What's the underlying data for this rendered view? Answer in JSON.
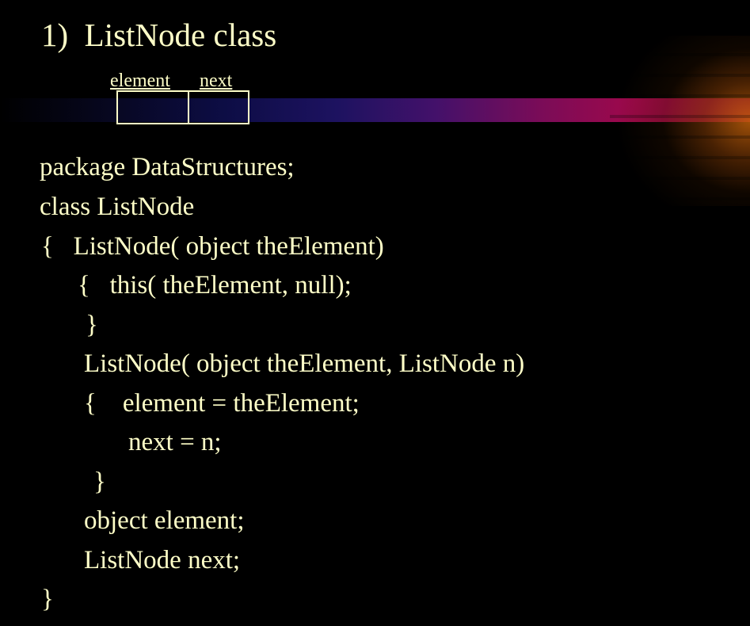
{
  "slide": {
    "title": "1)  ListNode class",
    "diagram": {
      "label_element": "element",
      "label_next": "next"
    },
    "code_lines": [
      "package DataStructures;",
      "class ListNode",
      "{   ListNode( object theElement)",
      "{   this( theElement, null);",
      "}",
      "ListNode( object theElement, ListNode n)",
      "{    element = theElement;",
      "next = n;",
      "}",
      "object element;",
      "ListNode next;",
      "}"
    ]
  },
  "colors": {
    "background": "#000000",
    "text": "#FFFFC8",
    "stripe_end": "#B0063E",
    "glow": "#BE5F0A"
  }
}
